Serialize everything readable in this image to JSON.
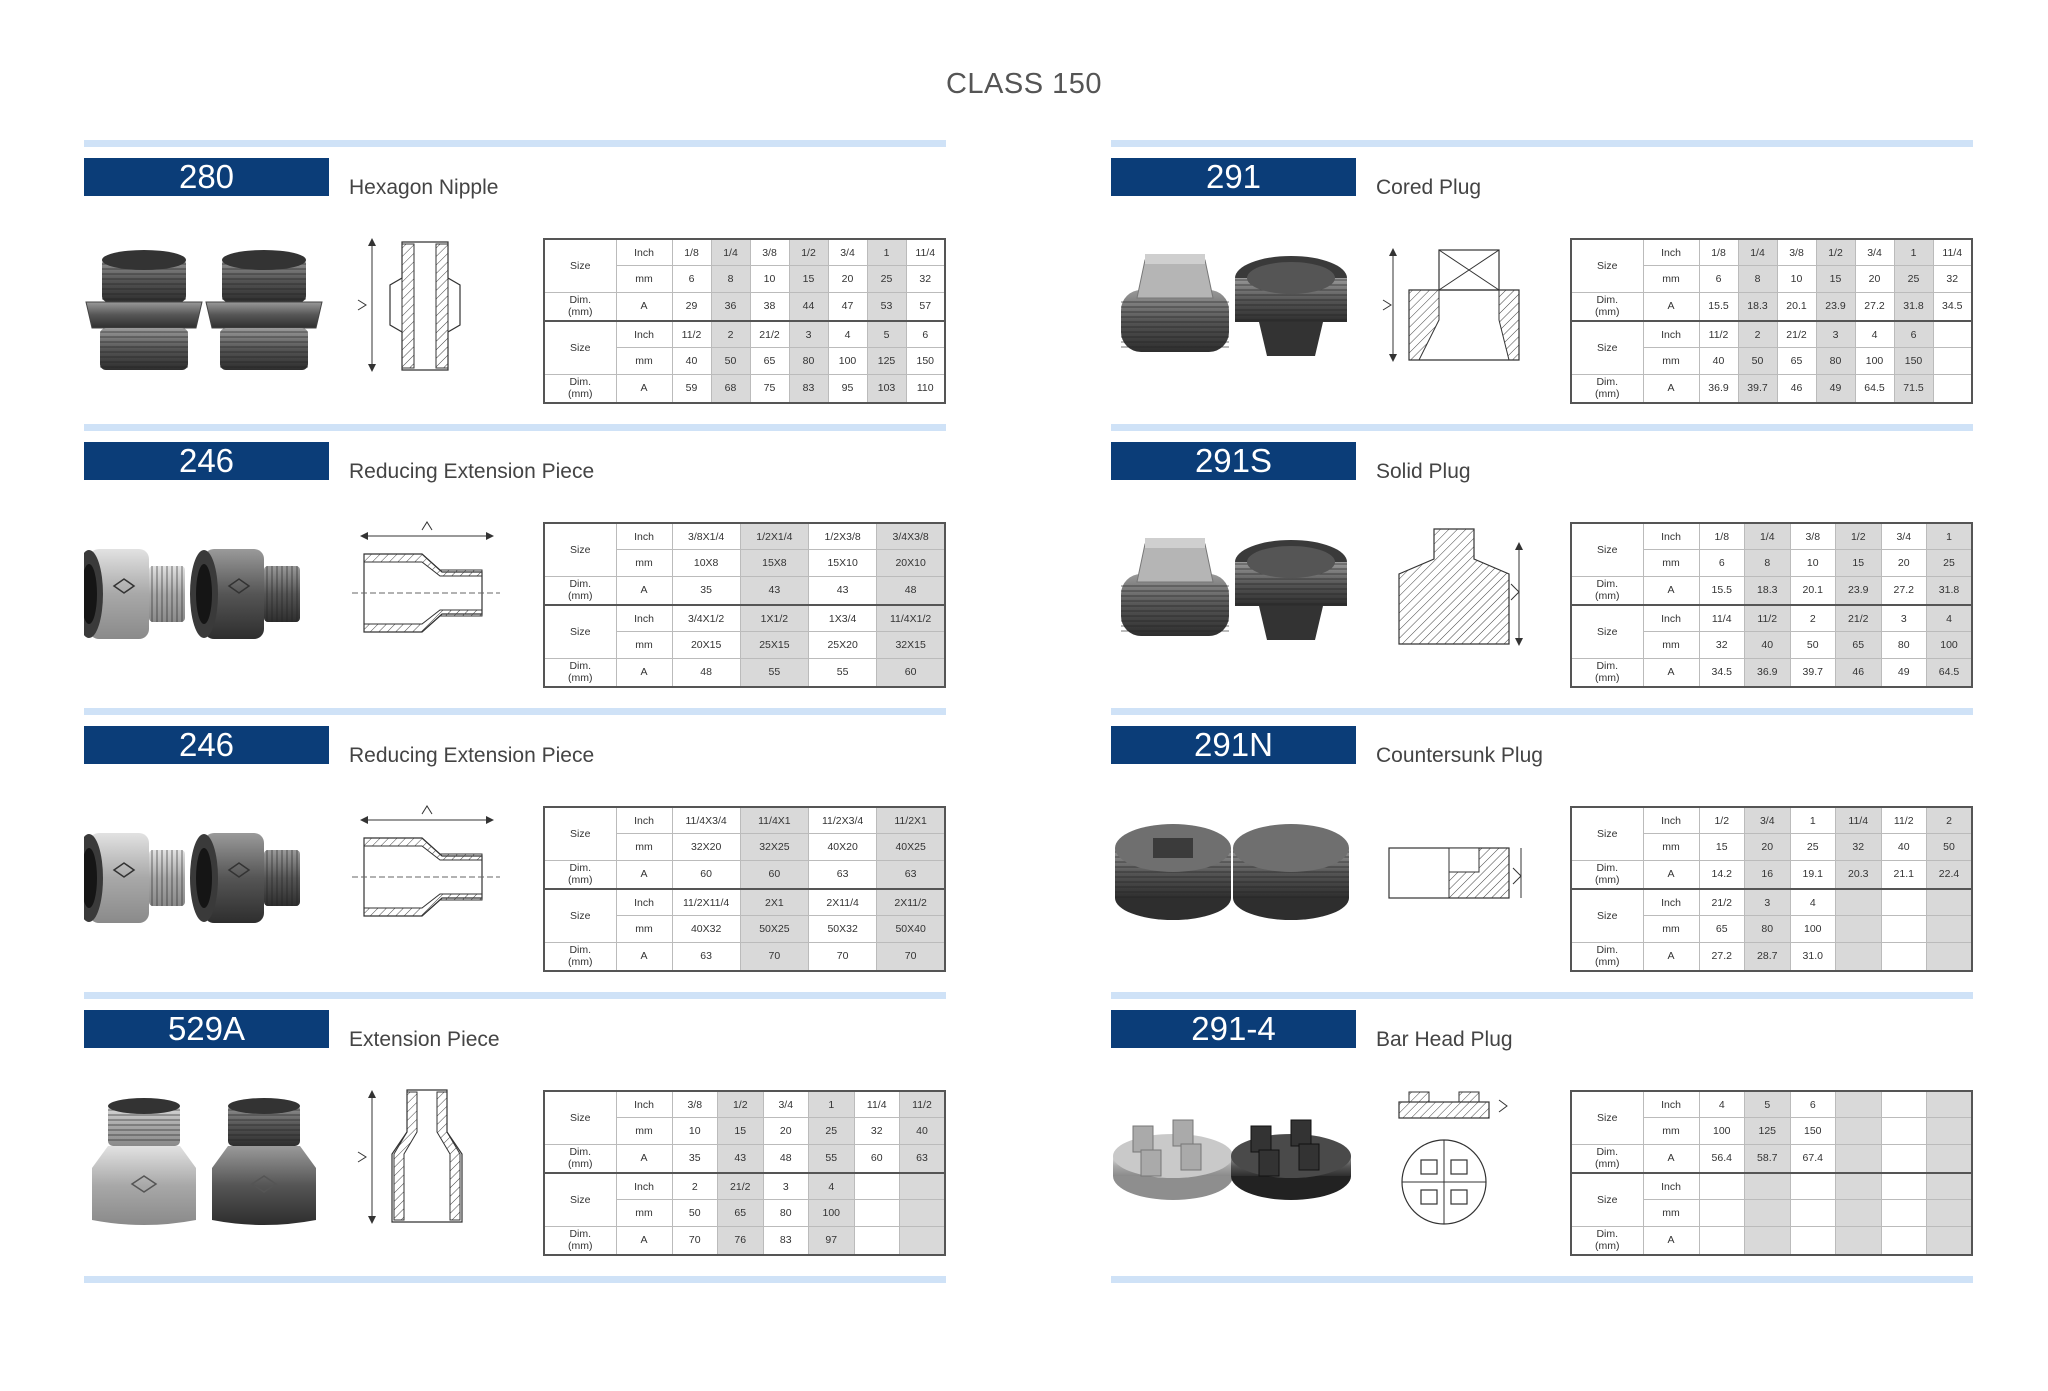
{
  "page": {
    "title": "CLASS 150"
  },
  "labels": {
    "size": "Size",
    "dim_line1": "Dim.",
    "dim_line2": "(mm)",
    "inch": "Inch",
    "mm": "mm",
    "a": "A"
  },
  "left": [
    {
      "code": "280",
      "name": "Hexagon Nipple",
      "kind": "nipple",
      "groups": [
        {
          "inch": [
            "1/8",
            "1/4",
            "3/8",
            "1/2",
            "3/4",
            "1",
            "11/4"
          ],
          "mm": [
            "6",
            "8",
            "10",
            "15",
            "20",
            "25",
            "32"
          ],
          "a": [
            "29",
            "36",
            "38",
            "44",
            "47",
            "53",
            "57"
          ]
        },
        {
          "inch": [
            "11/2",
            "2",
            "21/2",
            "3",
            "4",
            "5",
            "6"
          ],
          "mm": [
            "40",
            "50",
            "65",
            "80",
            "100",
            "125",
            "150"
          ],
          "a": [
            "59",
            "68",
            "75",
            "83",
            "95",
            "103",
            "110"
          ]
        }
      ]
    },
    {
      "code": "246",
      "name": "Reducing Extension Piece",
      "kind": "reducer",
      "groups": [
        {
          "inch": [
            "3/8X1/4",
            "1/2X1/4",
            "1/2X3/8",
            "3/4X3/8"
          ],
          "mm": [
            "10X8",
            "15X8",
            "15X10",
            "20X10"
          ],
          "a": [
            "35",
            "43",
            "43",
            "48"
          ]
        },
        {
          "inch": [
            "3/4X1/2",
            "1X1/2",
            "1X3/4",
            "11/4X1/2"
          ],
          "mm": [
            "20X15",
            "25X15",
            "25X20",
            "32X15"
          ],
          "a": [
            "48",
            "55",
            "55",
            "60"
          ]
        }
      ]
    },
    {
      "code": "246",
      "name": "Reducing Extension Piece",
      "kind": "reducer",
      "groups": [
        {
          "inch": [
            "11/4X3/4",
            "11/4X1",
            "11/2X3/4",
            "11/2X1"
          ],
          "mm": [
            "32X20",
            "32X25",
            "40X20",
            "40X25"
          ],
          "a": [
            "60",
            "60",
            "63",
            "63"
          ]
        },
        {
          "inch": [
            "11/2X11/4",
            "2X1",
            "2X11/4",
            "2X11/2"
          ],
          "mm": [
            "40X32",
            "50X25",
            "50X32",
            "50X40"
          ],
          "a": [
            "63",
            "70",
            "70",
            "70"
          ]
        }
      ]
    },
    {
      "code": "529A",
      "name": "Extension Piece",
      "kind": "extension",
      "groups": [
        {
          "inch": [
            "3/8",
            "1/2",
            "3/4",
            "1",
            "11/4",
            "11/2"
          ],
          "mm": [
            "10",
            "15",
            "20",
            "25",
            "32",
            "40"
          ],
          "a": [
            "35",
            "43",
            "48",
            "55",
            "60",
            "63"
          ]
        },
        {
          "inch": [
            "2",
            "21/2",
            "3",
            "4",
            "",
            ""
          ],
          "mm": [
            "50",
            "65",
            "80",
            "100",
            "",
            ""
          ],
          "a": [
            "70",
            "76",
            "83",
            "97",
            "",
            ""
          ]
        }
      ]
    }
  ],
  "right": [
    {
      "code": "291",
      "name": "Cored Plug",
      "kind": "cored",
      "groups": [
        {
          "inch": [
            "1/8",
            "1/4",
            "3/8",
            "1/2",
            "3/4",
            "1",
            "11/4"
          ],
          "mm": [
            "6",
            "8",
            "10",
            "15",
            "20",
            "25",
            "32"
          ],
          "a": [
            "15.5",
            "18.3",
            "20.1",
            "23.9",
            "27.2",
            "31.8",
            "34.5"
          ]
        },
        {
          "inch": [
            "11/2",
            "2",
            "21/2",
            "3",
            "4",
            "6",
            ""
          ],
          "mm": [
            "40",
            "50",
            "65",
            "80",
            "100",
            "150",
            ""
          ],
          "a": [
            "36.9",
            "39.7",
            "46",
            "49",
            "64.5",
            "71.5",
            ""
          ]
        }
      ]
    },
    {
      "code": "291S",
      "name": "Solid Plug",
      "kind": "solid",
      "groups": [
        {
          "inch": [
            "1/8",
            "1/4",
            "3/8",
            "1/2",
            "3/4",
            "1"
          ],
          "mm": [
            "6",
            "8",
            "10",
            "15",
            "20",
            "25"
          ],
          "a": [
            "15.5",
            "18.3",
            "20.1",
            "23.9",
            "27.2",
            "31.8"
          ]
        },
        {
          "inch": [
            "11/4",
            "11/2",
            "2",
            "21/2",
            "3",
            "4"
          ],
          "mm": [
            "32",
            "40",
            "50",
            "65",
            "80",
            "100"
          ],
          "a": [
            "34.5",
            "36.9",
            "39.7",
            "46",
            "49",
            "64.5"
          ]
        }
      ]
    },
    {
      "code": "291N",
      "name": "Countersunk Plug",
      "kind": "countersunk",
      "groups": [
        {
          "inch": [
            "1/2",
            "3/4",
            "1",
            "11/4",
            "11/2",
            "2"
          ],
          "mm": [
            "15",
            "20",
            "25",
            "32",
            "40",
            "50"
          ],
          "a": [
            "14.2",
            "16",
            "19.1",
            "20.3",
            "21.1",
            "22.4"
          ]
        },
        {
          "inch": [
            "21/2",
            "3",
            "4",
            "",
            "",
            ""
          ],
          "mm": [
            "65",
            "80",
            "100",
            "",
            "",
            ""
          ],
          "a": [
            "27.2",
            "28.7",
            "31.0",
            "",
            "",
            ""
          ]
        }
      ]
    },
    {
      "code": "291-4",
      "name": "Bar Head Plug",
      "kind": "barhead",
      "groups": [
        {
          "inch": [
            "4",
            "5",
            "6",
            "",
            "",
            ""
          ],
          "mm": [
            "100",
            "125",
            "150",
            "",
            "",
            ""
          ],
          "a": [
            "56.4",
            "58.7",
            "67.4",
            "",
            "",
            ""
          ]
        },
        {
          "inch": [
            "",
            "",
            "",
            "",
            "",
            ""
          ],
          "mm": [
            "",
            "",
            "",
            "",
            "",
            ""
          ],
          "a": [
            "",
            "",
            "",
            "",
            "",
            ""
          ]
        }
      ]
    }
  ]
}
